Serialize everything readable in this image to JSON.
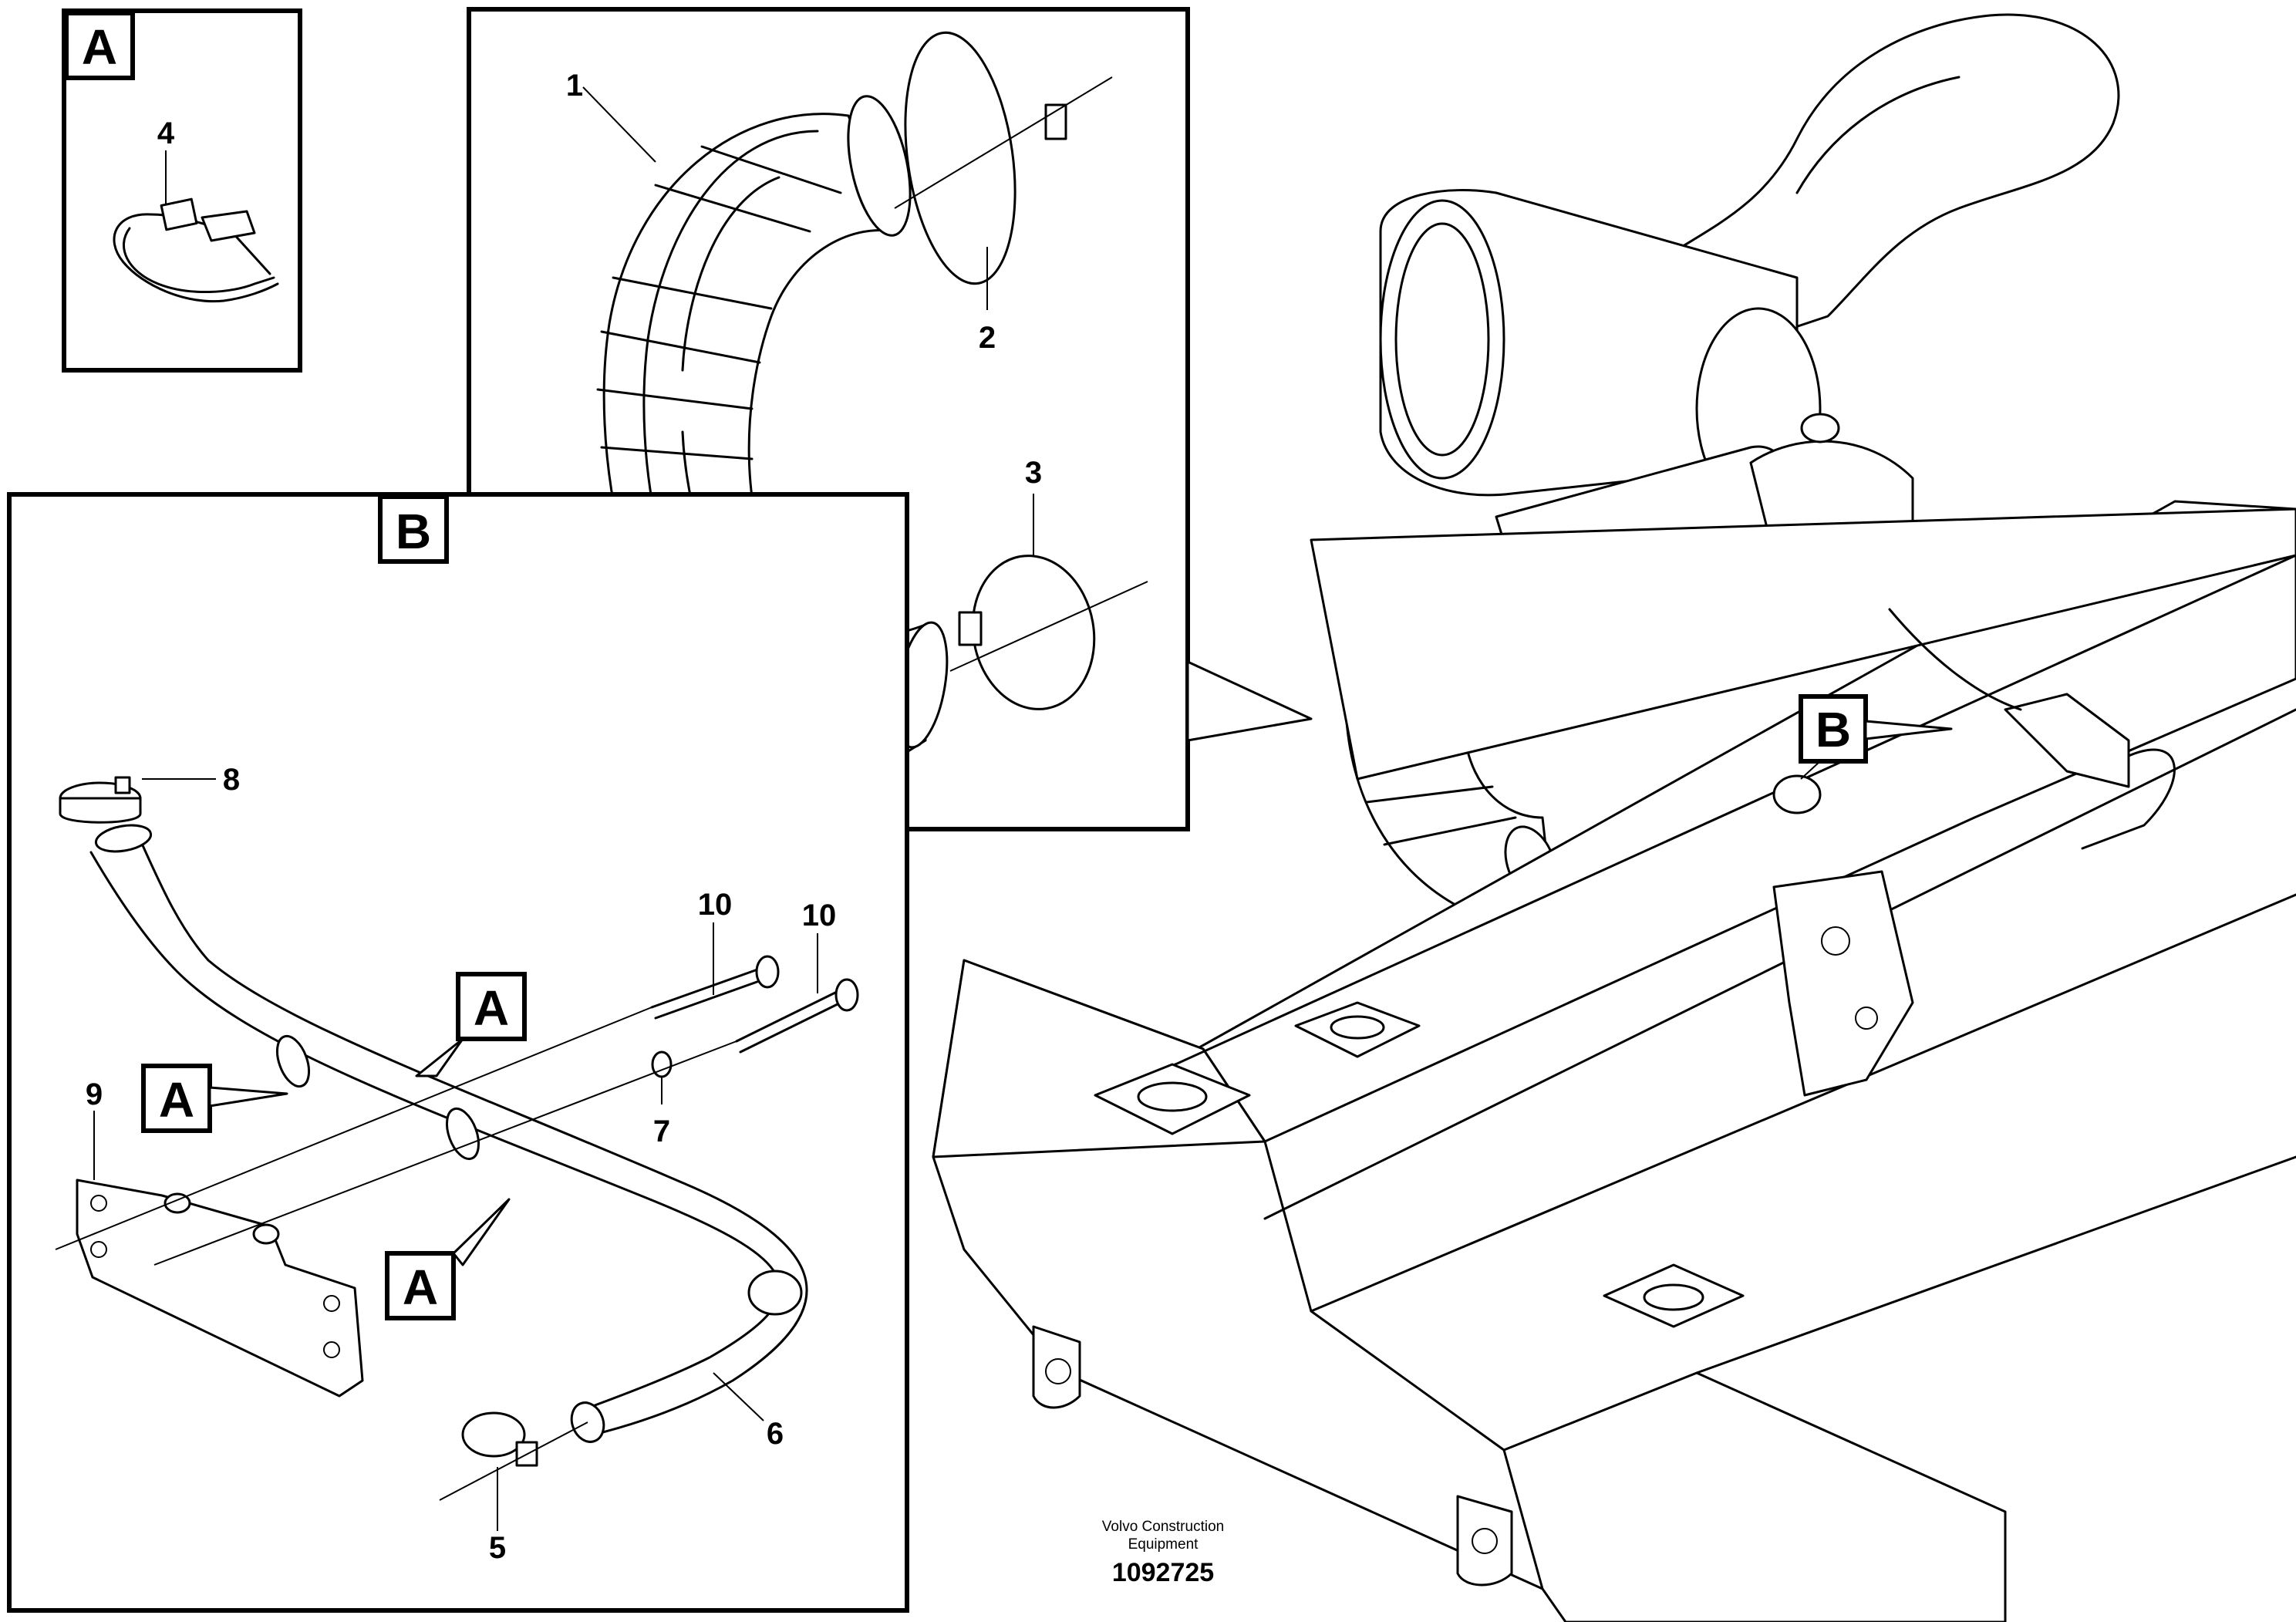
{
  "labels": {
    "panel_a_letter": "A",
    "panel_b_letter": "B",
    "ref_a_1": "A",
    "ref_a_2": "A",
    "ref_a_3": "A",
    "ref_b": "B"
  },
  "callouts": {
    "c1": "1",
    "c2": "2",
    "c3": "3",
    "c4": "4",
    "c5": "5",
    "c6": "6",
    "c7": "7",
    "c8": "8",
    "c9": "9",
    "c10a": "10",
    "c10b": "10"
  },
  "credit": {
    "line1": "Volvo Construction",
    "line2": "Equipment",
    "number": "1092725"
  }
}
